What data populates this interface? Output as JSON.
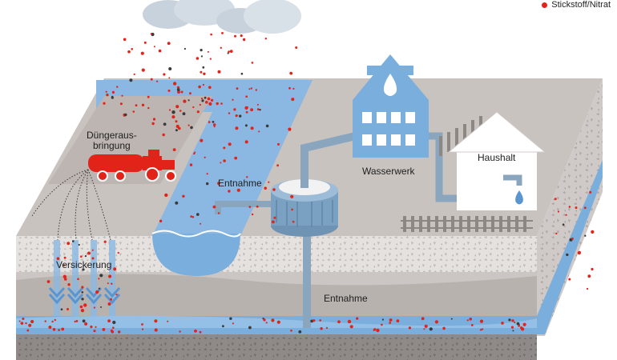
{
  "legend": {
    "items": [
      {
        "label": "Stickstoff/Nitrat",
        "color": "#e2231a"
      }
    ]
  },
  "labels": {
    "fertilizer": "Düngeraus-\nbringung",
    "seepage": "Versickerung",
    "extraction_river": "Entnahme",
    "extraction_well": "Entnahme",
    "waterworks": "Wasserwerk",
    "household": "Haushalt"
  },
  "colors": {
    "nitrate": "#e2231a",
    "water": "#7aaedc",
    "water_dark": "#5b95cf",
    "ground_top": "#c9c3c0",
    "tractor": "#e2231a"
  },
  "icons": [
    "cloud-icon",
    "tractor-icon",
    "water-drop-icon",
    "faucet-icon",
    "house-icon",
    "waterworks-building-icon"
  ]
}
